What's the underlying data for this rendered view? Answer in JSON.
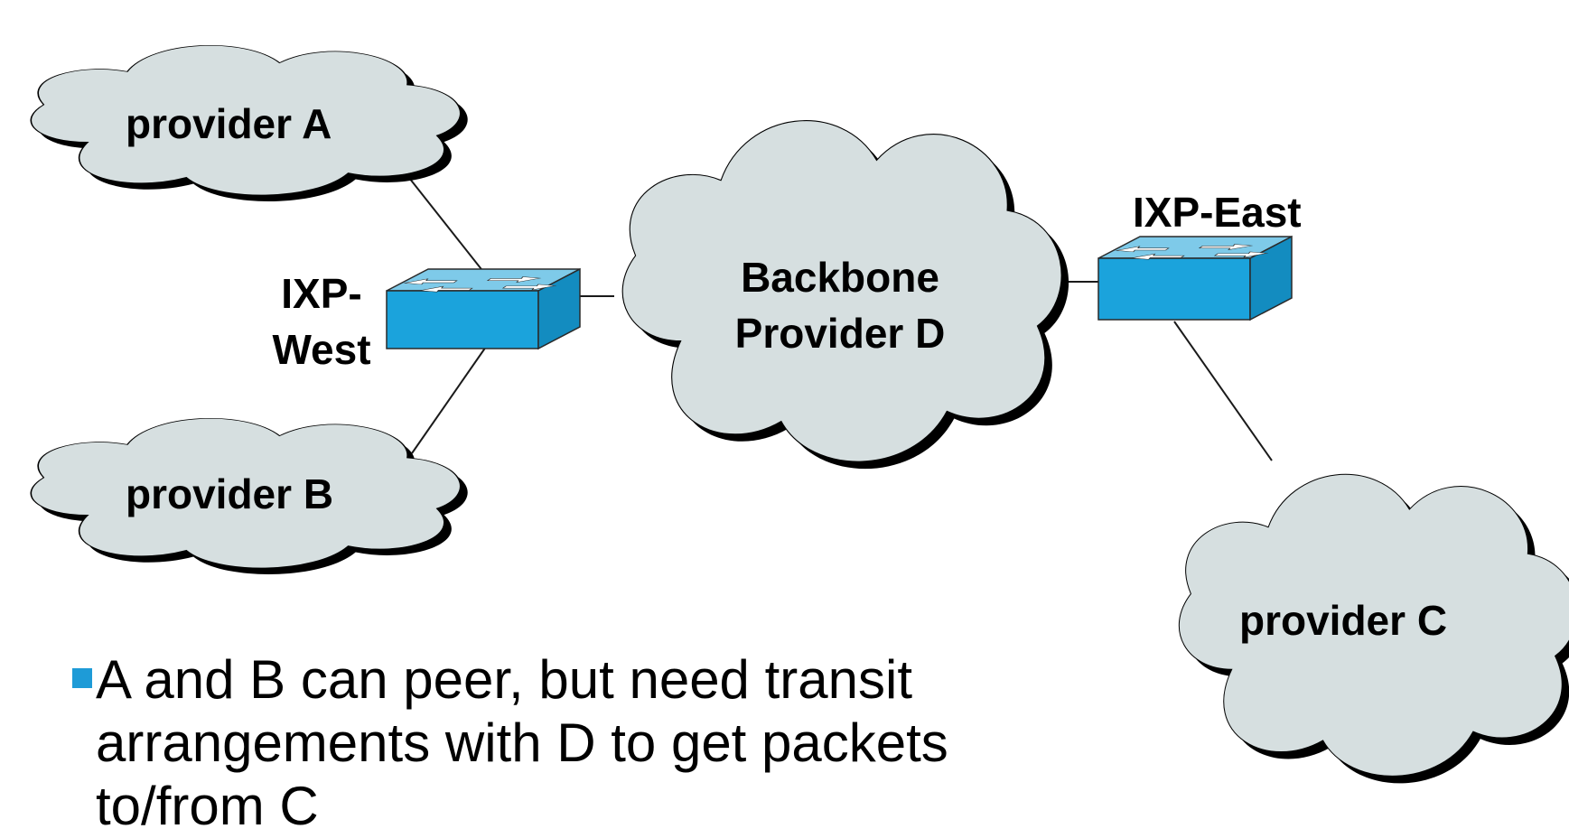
{
  "nodes": {
    "provider_a": "provider A",
    "provider_b": "provider B",
    "provider_c": "provider C",
    "backbone_d": [
      "Backbone",
      "Provider D"
    ],
    "ixp_west": [
      "IXP-",
      "West"
    ],
    "ixp_east": "IXP-East"
  },
  "bullets": [
    "A and B can peer, but need transit arrangements with D to get packets to/from C"
  ],
  "colors": {
    "cloud_fill": "#d6dfe0",
    "cloud_outline": "#000000",
    "switch_top": "#7ecae9",
    "switch_front": "#1ba3dc",
    "switch_side": "#138cc0",
    "bullet": "#1e9bd7"
  },
  "icons": {
    "cloud": "cloud-icon",
    "switch": "switch-icon"
  }
}
